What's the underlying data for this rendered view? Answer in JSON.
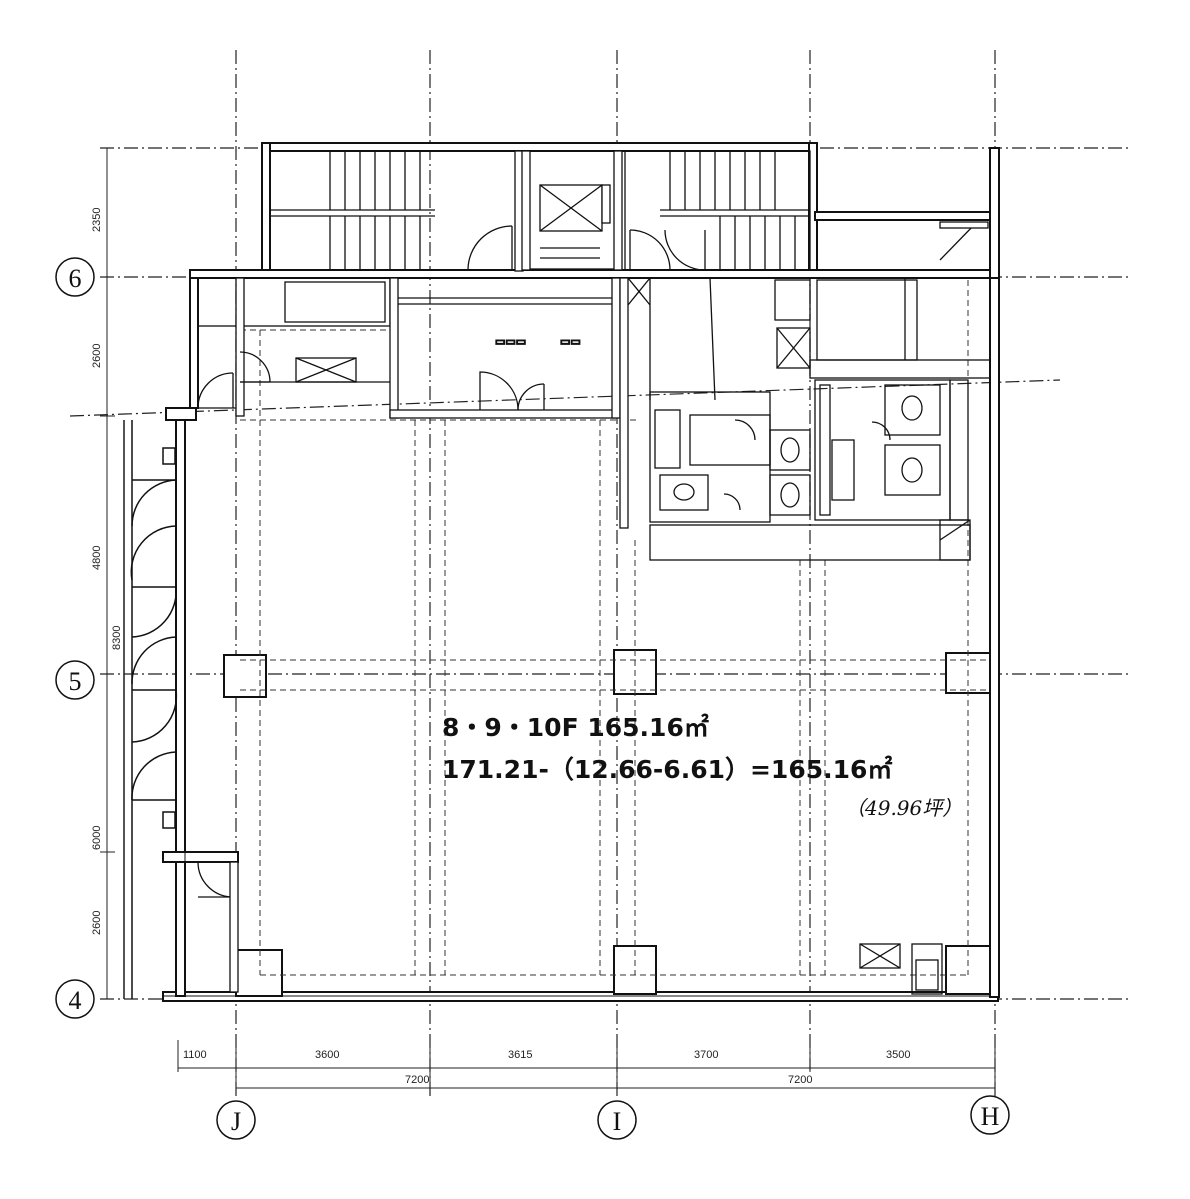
{
  "grid_labels": {
    "row_6": "6",
    "row_5": "5",
    "row_4": "4",
    "col_j": "J",
    "col_i": "I",
    "col_h": "H"
  },
  "area_text": {
    "line1": "8・9・10F 165.16㎡",
    "line2": "171.21-（12.66-6.61）=165.16㎡",
    "tsubo": "（49.96坪）"
  },
  "dimensions": {
    "bottom_row1": [
      "1100",
      "3600",
      "3615",
      "3700",
      "3500"
    ],
    "bottom_row2": [
      "7200",
      "7200"
    ],
    "left_side": [
      "2350",
      "2600",
      "4800",
      "8300",
      "6000",
      "2600"
    ]
  }
}
